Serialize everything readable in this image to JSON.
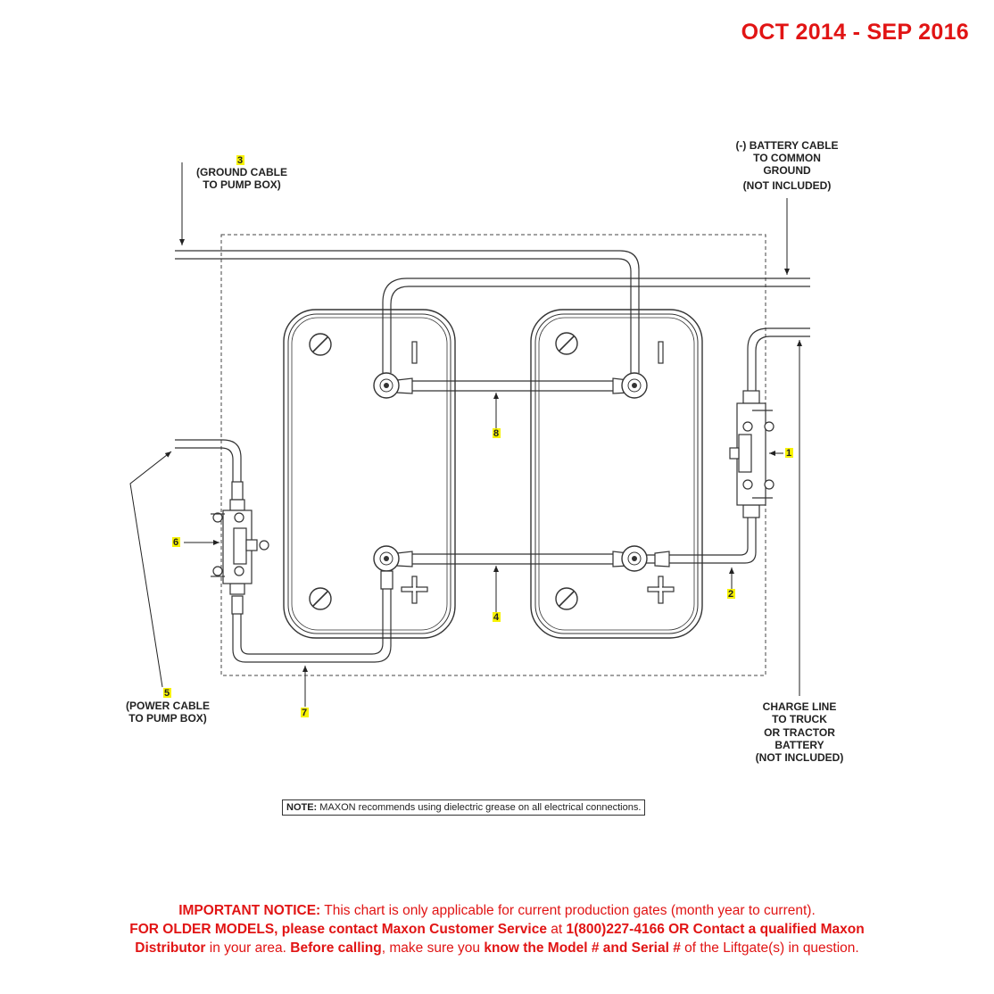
{
  "date_range": "OCT 2014 - SEP 2016",
  "callouts": {
    "ground_cable": {
      "number": "3",
      "line1": "(GROUND CABLE",
      "line2": "TO PUMP BOX)"
    },
    "battery_cable": {
      "line1": "(-) BATTERY CABLE",
      "line2": "TO COMMON",
      "line3": "GROUND",
      "line4": "(NOT INCLUDED)"
    },
    "power_cable": {
      "number": "5",
      "line1": "(POWER CABLE",
      "line2": "TO PUMP BOX)"
    },
    "charge_line": {
      "line1": "CHARGE LINE",
      "line2": "TO TRUCK",
      "line3": "OR TRACTOR",
      "line4": "BATTERY",
      "line5": "(NOT INCLUDED)"
    },
    "part_1": "1",
    "part_2": "2",
    "part_4": "4",
    "part_6": "6",
    "part_7": "7",
    "part_8": "8"
  },
  "terminal_marks": {
    "negative": "I",
    "positive": "+"
  },
  "note": {
    "label": "NOTE:",
    "text": " MAXON recommends using dielectric grease on all electrical connections."
  },
  "notice": {
    "l1_bold": "IMPORTANT NOTICE:",
    "l1_text": " This chart is only applicable for current production gates (month year to current).",
    "l2_bold": "FOR OLDER MODELS, please contact Maxon Customer Service",
    "l2_text": " at ",
    "l2_bold2": "1(800)227-4166 OR Contact a qualified Maxon",
    "l3_bold": "Distributor",
    "l3_text": " in your area. ",
    "l3_bold2": "Before calling",
    "l3_text2": ", make sure you ",
    "l3_bold3": "know the Model # and Serial #",
    "l3_text3": " of the Liftgate(s) in question."
  },
  "colors": {
    "notice_red": "#e11414",
    "callout_highlight": "#f7f200",
    "line": "#333333"
  }
}
